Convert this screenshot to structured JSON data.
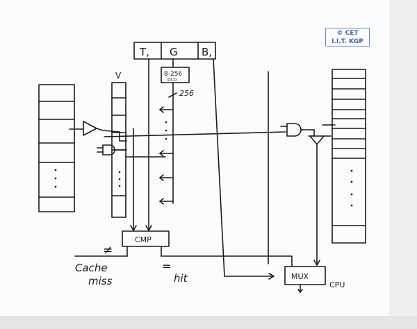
{
  "logo": {
    "line1": "© CET",
    "line2": "I.I.T. KGP"
  },
  "address_register": {
    "fields": [
      "T,",
      "G",
      "B,"
    ]
  },
  "decoder": {
    "label": "8-256",
    "sublabel": "DCD",
    "output_count": "256"
  },
  "valid_column": {
    "label": "V"
  },
  "comparator": {
    "label": "CMP"
  },
  "not_equal": {
    "symbol": "≠",
    "label_line1": "Cache",
    "label_line2": "miss"
  },
  "equal": {
    "symbol": "=",
    "label": "hit"
  },
  "mux": {
    "label": "MUX"
  },
  "cpu": {
    "label": "CPU"
  }
}
